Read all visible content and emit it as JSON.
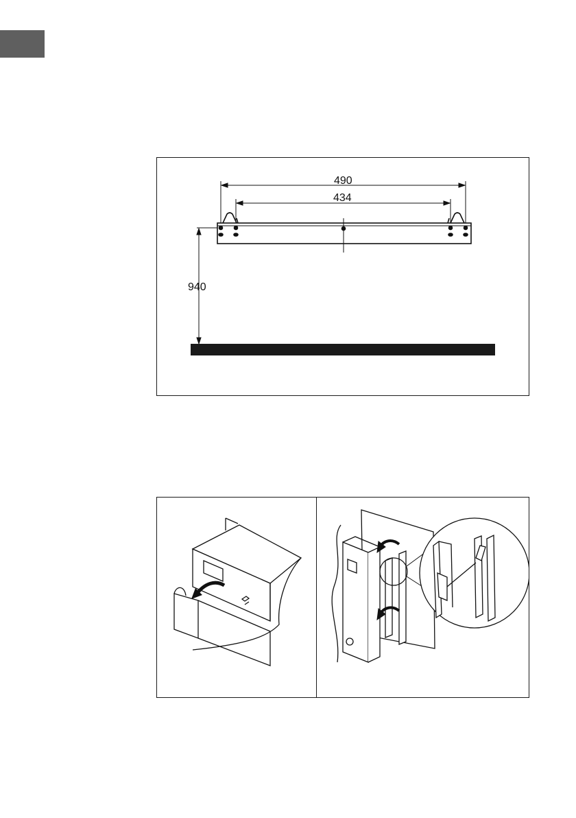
{
  "figure_mounting": {
    "dimensions": {
      "outer_width": "490",
      "inner_width": "434",
      "height_from_floor": "940"
    }
  },
  "colors": {
    "ink": "#111111",
    "tab": "#5f5f5f",
    "floor": "#1a1a1a"
  },
  "icons": [
    "arrow-icon",
    "bracket-icon",
    "hook-detail-icon"
  ]
}
